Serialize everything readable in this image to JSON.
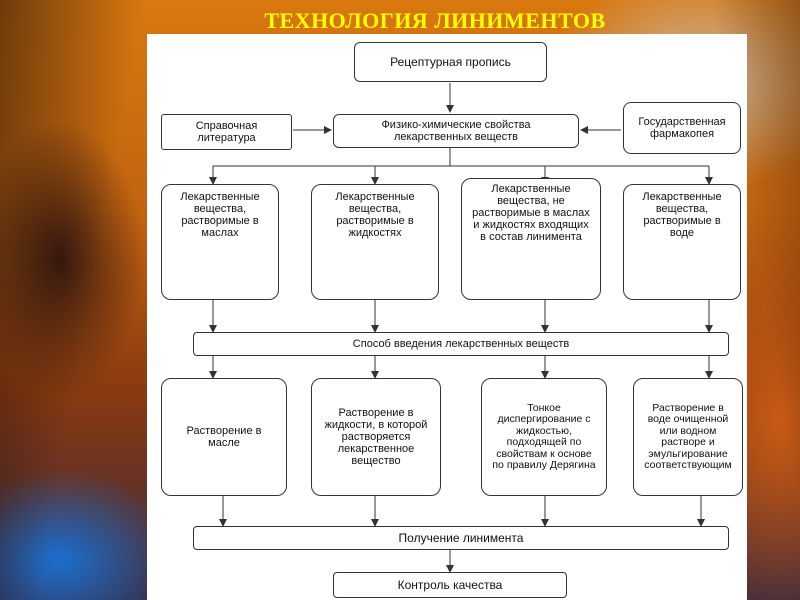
{
  "slide": {
    "title": "ТЕХНОЛОГИЯ ЛИНИМЕНТОВ"
  },
  "diagram": {
    "prescription": "Рецептурная пропись",
    "reference": "Справочная литература",
    "properties": "Физико-химические свойства лекарственных веществ",
    "pharmacopoeia": "Государственная фармакопея",
    "substances": [
      "Лекарственные вещества, растворимые в маслах",
      "Лекарственные вещества, растворимые в жидкостях",
      "Лекарственные вещества, не растворимые в маслах и жидкостях входящих в состав линимента",
      "Лекарственные вещества, растворимые в воде"
    ],
    "method": "Способ введения лекарственных веществ",
    "techniques": [
      "Растворение в масле",
      "Растворение в жидкости, в которой растворяется лекарственное вещество",
      "Тонкое диспергирование с жидкостью, подходящей по свойствам к основе по правилу Дерягина",
      "Растворение в воде очищенной или водном растворе и эмульгирование соответствующим"
    ],
    "production": "Получение линимента",
    "quality": "Контроль качества"
  }
}
